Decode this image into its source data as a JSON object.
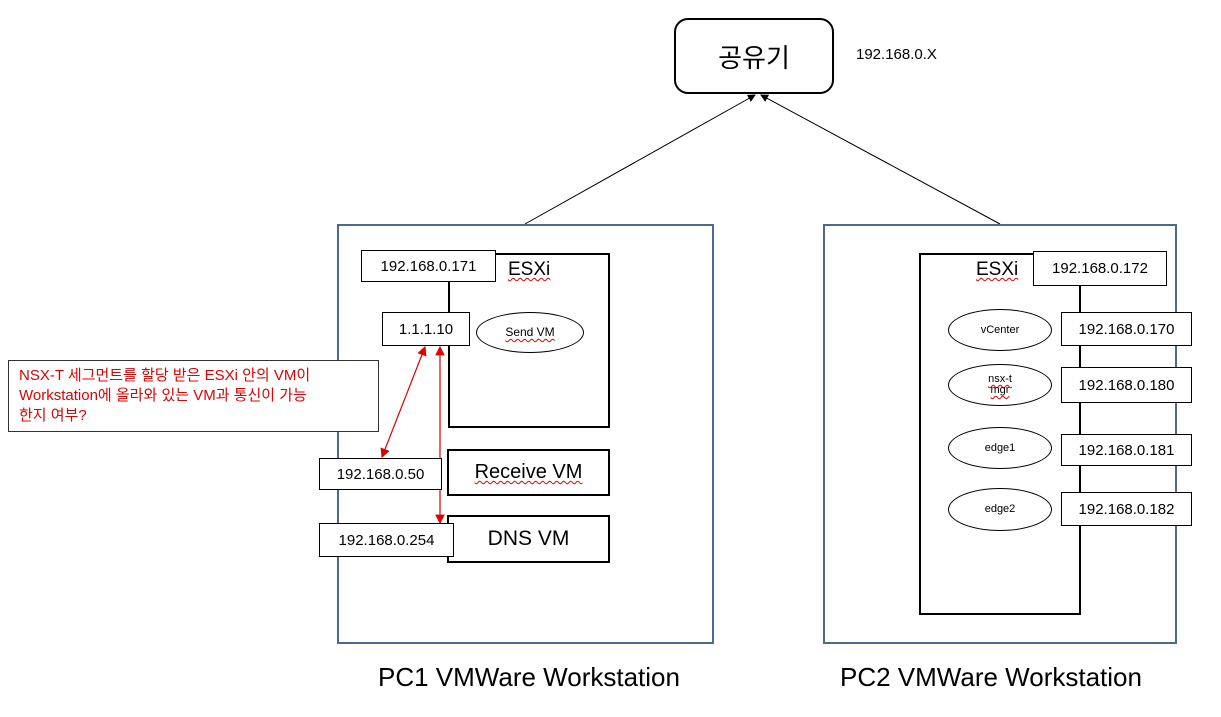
{
  "router": {
    "label": "공유기",
    "ip": "192.168.0.X"
  },
  "pc1": {
    "caption": "PC1 VMWare Workstation",
    "esxi": {
      "label": "ESXi",
      "ip": "192.168.0.171"
    },
    "send_vm": {
      "label": "Send VM",
      "ip": "1.1.1.10"
    },
    "receive_vm": {
      "label": "Receive VM",
      "ip": "192.168.0.50"
    },
    "dns_vm": {
      "label": "DNS VM",
      "ip": "192.168.0.254"
    }
  },
  "pc2": {
    "caption": "PC2 VMWare Workstation",
    "esxi": {
      "label": "ESXi",
      "ip": "192.168.0.172"
    },
    "vms": [
      {
        "label": "vCenter",
        "ip": "192.168.0.170"
      },
      {
        "label": "nsx-t mgr",
        "ip": "192.168.0.180"
      },
      {
        "label": "edge1",
        "ip": "192.168.0.181"
      },
      {
        "label": "edge2",
        "ip": "192.168.0.182"
      }
    ]
  },
  "note": {
    "lines": [
      "NSX-T 세그먼트를 할당 받은 ESXi 안의 VM이",
      "Workstation에 올라와 있는 VM과 통신이 가능",
      "한지 여부?"
    ],
    "color": "#e00000"
  },
  "colors": {
    "pc_border": "#4a6a8e",
    "arrow_red": "#e00000"
  }
}
